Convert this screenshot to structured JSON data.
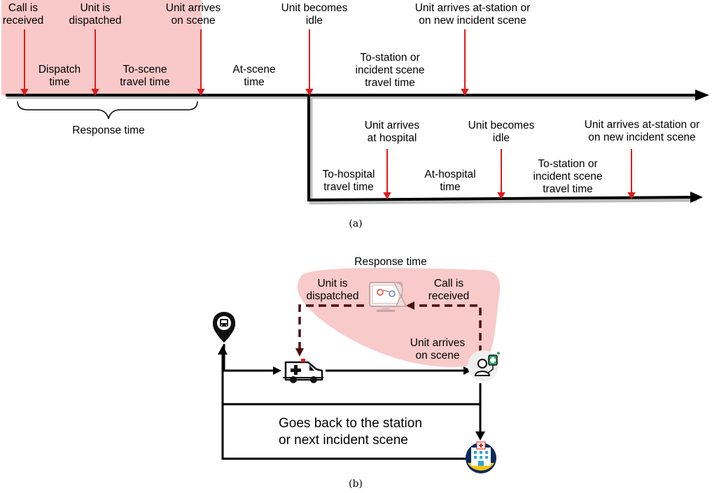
{
  "panel_a": {
    "top_events": {
      "call_received": "Call is\nreceived",
      "unit_dispatched": "Unit is\ndispatched",
      "arrives_scene": "Unit arrives\non scene",
      "becomes_idle": "Unit becomes\nidle",
      "arrives_station": "Unit arrives at-station or\non new incident scene"
    },
    "top_intervals": {
      "dispatch_time": "Dispatch\ntime",
      "to_scene_travel": "To-scene\ntravel time",
      "at_scene_time": "At-scene\ntime",
      "to_station_travel": "To-station or\nincident scene\ntravel time"
    },
    "response_time": "Response time",
    "bottom_events": {
      "arrives_hospital": "Unit arrives\nat hospital",
      "becomes_idle": "Unit becomes\nidle",
      "arrives_station": "Unit arrives at-station or\non new incident scene"
    },
    "bottom_intervals": {
      "to_hospital_travel": "To-hospital\ntravel time",
      "at_hospital_time": "At-hospital\ntime",
      "to_station_travel": "To-station or\nincident scene\ntravel time"
    },
    "caption": "(a)"
  },
  "panel_b": {
    "response_time": "Response time",
    "unit_dispatched": "Unit is\ndispatched",
    "call_received": "Call is\nreceived",
    "arrives_scene": "Unit arrives\non scene",
    "goes_back": "Goes back to the station\nor next incident scene",
    "caption": "(b)"
  },
  "colors": {
    "shade": "#f9c9c9",
    "marker": "#e01b1b",
    "line": "#000000",
    "dashed": "#4a0f0f"
  },
  "icons": [
    "station-pin-icon",
    "ambulance-icon",
    "patient-icon",
    "hospital-icon",
    "dispatcher-computer-icon"
  ]
}
